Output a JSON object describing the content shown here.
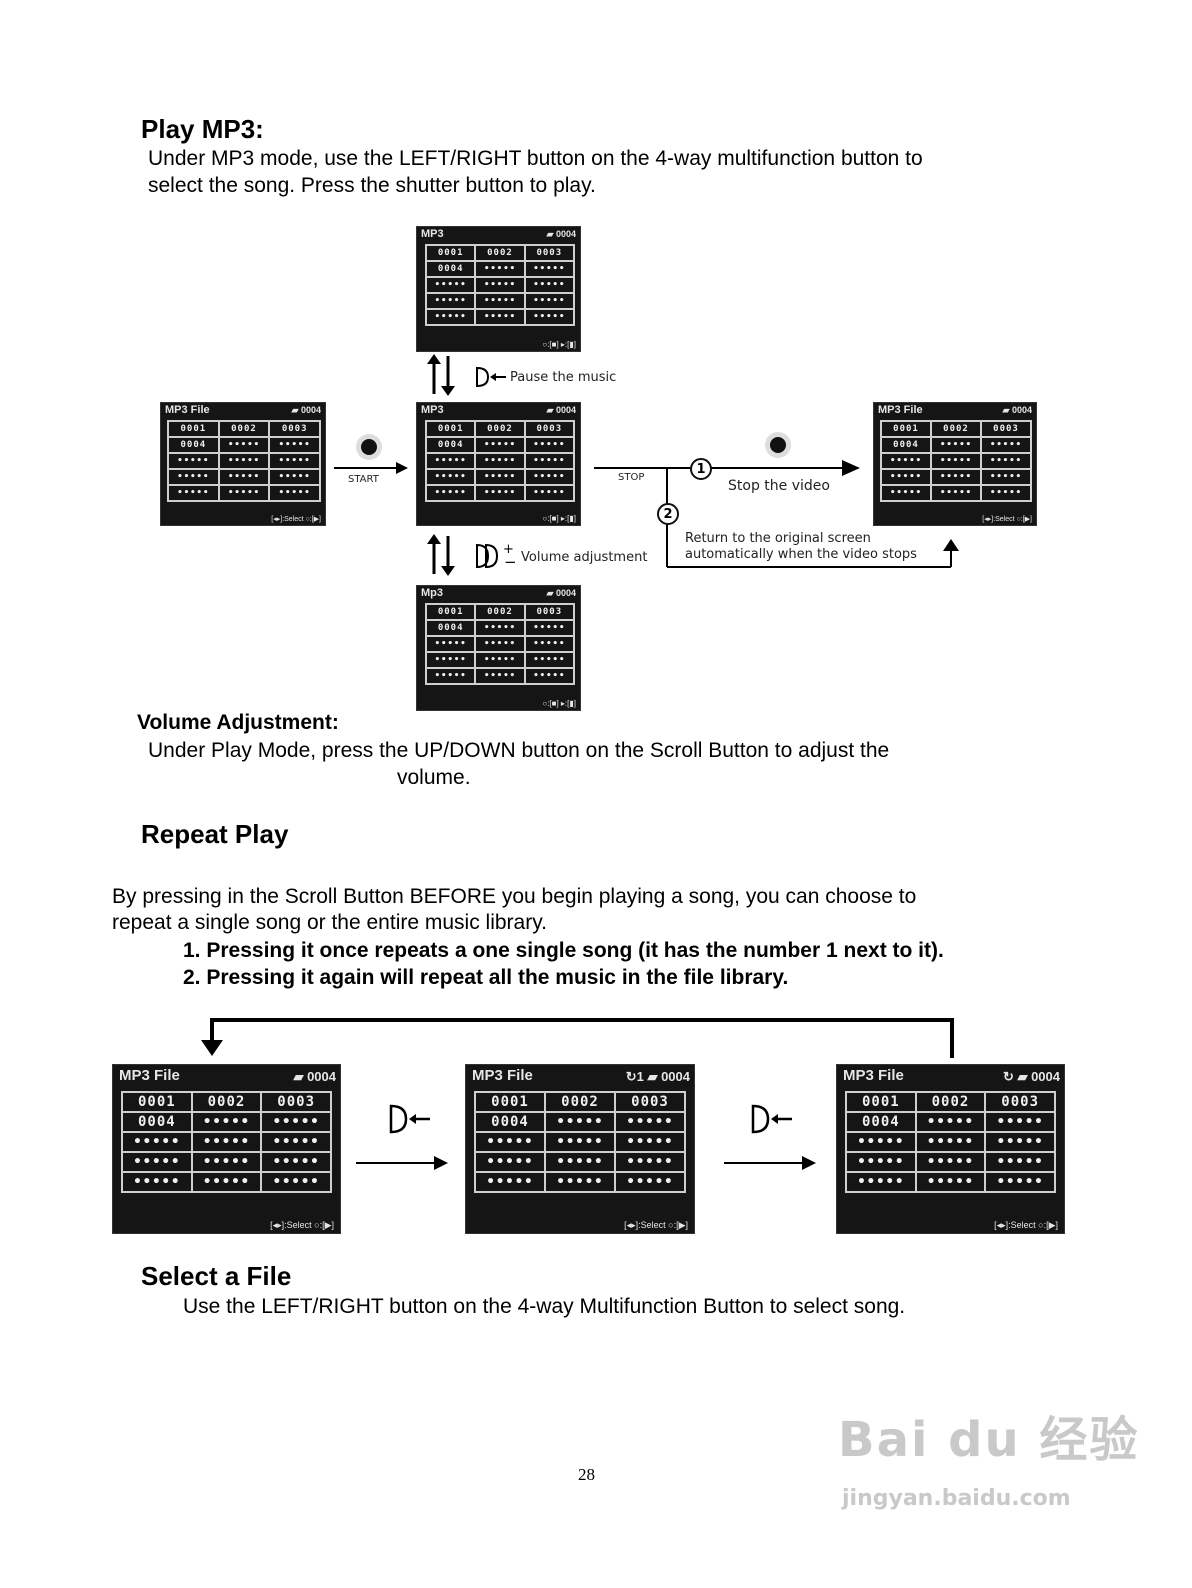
{
  "sections": {
    "play_title": "Play MP3:",
    "play_text_1": "Under MP3 mode, use the LEFT/RIGHT button on the 4-way multifunction button to",
    "play_text_2": "select the song. Press the shutter button to play.",
    "volume_title": "Volume Adjustment:",
    "volume_text_1": "Under Play Mode, press the UP/DOWN button on the Scroll Button to adjust the",
    "volume_text_2": "volume.",
    "repeat_title": "Repeat Play",
    "repeat_text_1": "By pressing in the Scroll Button BEFORE you begin playing a song, you can choose to",
    "repeat_text_2": "repeat a single song or the entire music library.",
    "repeat_item_1": "1. Pressing it once repeats a one single song (it has the number 1 next to it).",
    "repeat_item_2": "2. Pressing it again will repeat all the music in the file library.",
    "select_title": "Select a File",
    "select_text": "Use the LEFT/RIGHT button on the 4-way Multifunction Button to select song."
  },
  "diagram": {
    "pause_label": "Pause the music",
    "start_label": "START",
    "stop_label": "STOP",
    "step1": "1",
    "step2": "2",
    "stop_video_label": "Stop the video",
    "return_label_1": "Return to the original screen",
    "return_label_2": "automatically when the video stops",
    "volume_label": "Volume adjustment"
  },
  "screens": {
    "title_mp3": "MP3",
    "title_mp3_file": "MP3 File",
    "title_mp3_lower": "Mp3",
    "count": "0004",
    "cells": [
      "0001",
      "0002",
      "0003",
      "0004",
      "•••••",
      "•••••",
      "•••••",
      "•••••",
      "•••••",
      "•••••",
      "•••••",
      "•••••",
      "•••••",
      "•••••",
      "•••••"
    ],
    "footer_select": "[◂▸]:Select ○:[▶]"
  },
  "page_number": "28",
  "watermark": {
    "brand": "Bai du 经验",
    "url": "jingyan.baidu.com"
  }
}
